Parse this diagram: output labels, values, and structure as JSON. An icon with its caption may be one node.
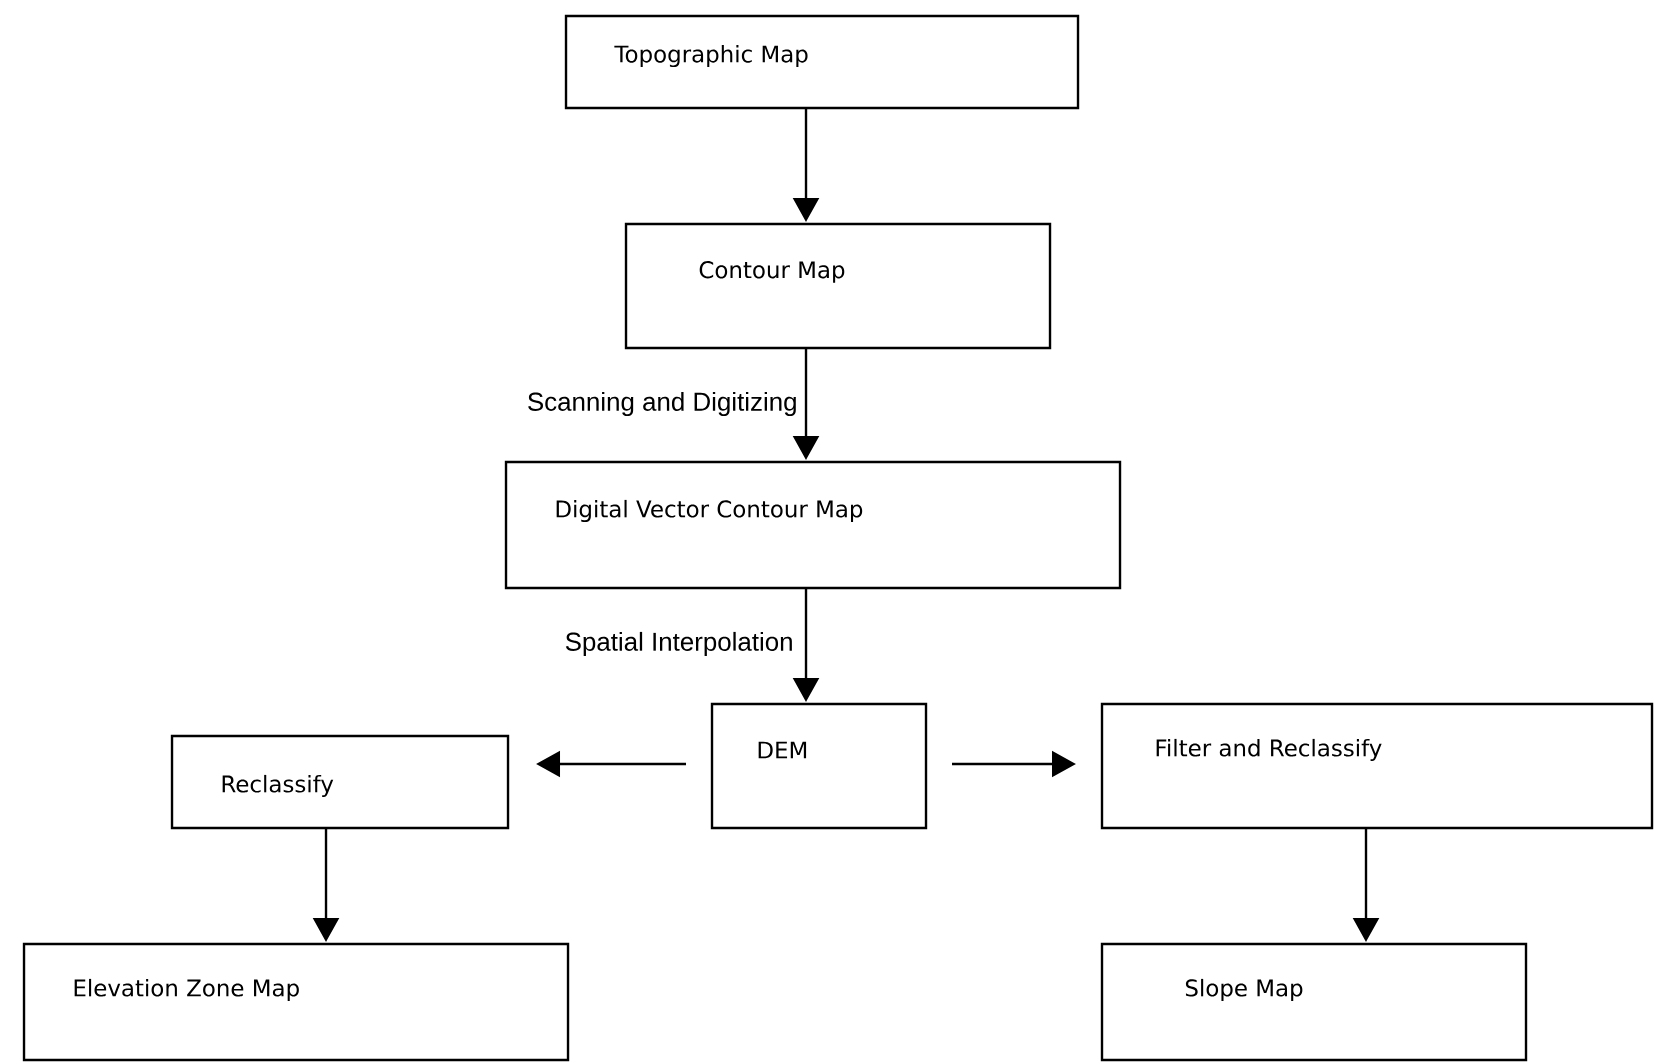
{
  "diagram": {
    "nodes": [
      {
        "text": [
          "Topographic Map"
        ]
      },
      {
        "text": [
          "Contour Map"
        ]
      },
      {
        "text": [
          "Digital Vector Contour Map"
        ]
      },
      {
        "text": [
          "DEM"
        ]
      },
      {
        "text": [
          "Reclassify"
        ]
      },
      {
        "text": [
          "Filter and Reclassify"
        ]
      },
      {
        "text": [
          "Elevation Zone Map"
        ]
      },
      {
        "text": [
          "Slope Map"
        ]
      }
    ],
    "edges": [
      {
        "from": 0,
        "to": 1,
        "arrow": "to"
      },
      {
        "from": 1,
        "to": 2,
        "arrow": "to",
        "label": "Scanning and Digitizing"
      },
      {
        "from": 2,
        "to": 3,
        "arrow": "to",
        "label": "Spatial Interpolation"
      },
      {
        "from": 3,
        "to": 4,
        "arrow": "to"
      },
      {
        "from": 3,
        "to": 5,
        "arrow": "to"
      },
      {
        "from": 4,
        "to": 6,
        "arrow": "to"
      },
      {
        "from": 5,
        "to": 7,
        "arrow": "to"
      }
    ]
  }
}
